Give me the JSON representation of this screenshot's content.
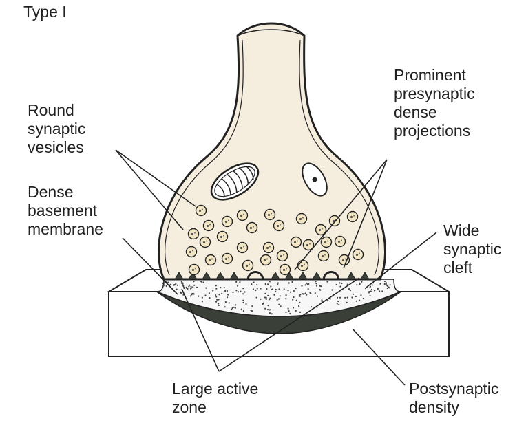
{
  "title": "Type I",
  "labels": {
    "round_synaptic_vesicles": [
      "Round",
      "synaptic",
      "vesicles"
    ],
    "dense_basement_membrane": [
      "Dense",
      "basement",
      "membrane"
    ],
    "prominent_presynaptic_dense_projections": [
      "Prominent",
      "presynaptic",
      "dense",
      "projections"
    ],
    "wide_synaptic_cleft": [
      "Wide",
      "synaptic",
      "cleft"
    ],
    "large_active_zone": [
      "Large active",
      "zone"
    ],
    "postsynaptic_density": [
      "Postsynaptic",
      "density"
    ]
  },
  "colors": {
    "terminal_fill": "#f5eedf",
    "outline": "#222222",
    "postsynaptic_density": "#3a4038",
    "vesicle_fill": "#f2e6c4"
  }
}
